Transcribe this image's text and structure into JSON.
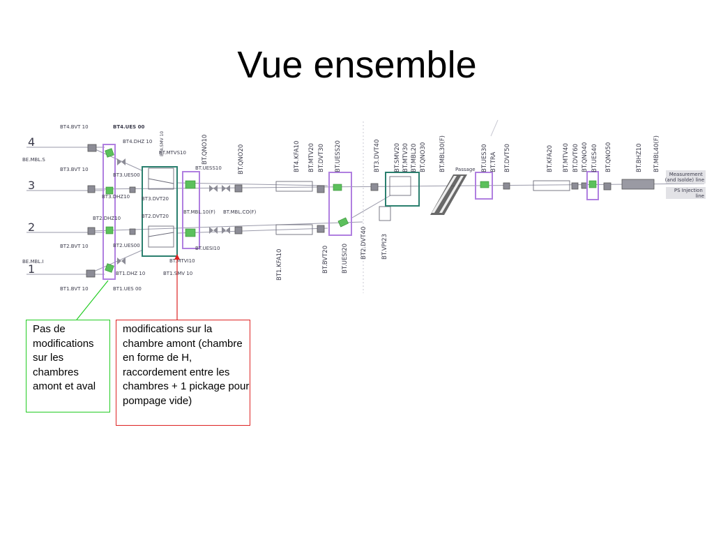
{
  "slide": {
    "title": "Vue ensemble"
  },
  "diagram": {
    "row_numbers": [
      "4",
      "3",
      "2",
      "1"
    ],
    "labels": {
      "bt4_bvt10": "BT4.BVT 10",
      "bt4_ues00": "BT4.UES 00",
      "bt4_dhz10": "BT4.DHZ 10",
      "be_mbl_s": "BE.MBL.S",
      "bt3_bvt10": "BT3.BVT 10",
      "bt3_ues00": "BT3.UES00",
      "bt3_dhz10": "BT3.DHZ10",
      "bt2_dhz10": "BT2.DHZ10",
      "bt2_bvt10": "BT2.BVT 10",
      "bt2_ues00": "BT2.UES00",
      "be_mbl_i": "BE.MBL.I",
      "bt1_dhz10": "BT1.DHZ 10",
      "bt1_bvt10": "BT1.BVT 10",
      "bt1_ues00": "BT1.UES 00",
      "bt4_smv10": "BT4.SMV 10",
      "bt_mtvs10": "BT.MTVS10",
      "bt3_dvt20": "BT3.DVT20",
      "bt2_dvt20": "BT2.DVT20",
      "bt1_smv10": "BT1.SMV 10",
      "bt_mtvi10": "BT.MTVI10",
      "bt_qno10": "BT.QNO10",
      "bt_uess10": "BT.UESS10",
      "bt_mbl10f": "BT.MBL.10(F)",
      "bt_mbl_co": "BT.MBL.CO(F)",
      "bt_uesi10": "BT.UESI10",
      "bt_qno20": "BT.QNO20",
      "bt4_kfa10": "BT4.KFA10",
      "bt_mtv20": "BT.MTV20",
      "bt_dvt30": "BT.DVT30",
      "bt_uess20": "BT.UESS20",
      "bt3_dvt40": "BT3.DVT40",
      "bt_smv20": "BT.SMV20",
      "bt_mtv30": "BT.MTV30",
      "bt_mbl20": "BT.MBL20",
      "bt_qno30": "BT.QNO30",
      "bt_mbl30f": "BT.MBL30(F)",
      "bt1_kfa10": "BT1.KFA10",
      "bt_bvt20": "BT.BVT20",
      "bt_uesi20": "BT.UESI20",
      "bt2_dvt40": "BT2.DVT40",
      "bt_vpi23": "BT.VPI23",
      "passage": "Passage",
      "bt_ues30": "BT.UES30",
      "bt_tra": "BT.TRA",
      "bt_dvt50": "BT.DVT50",
      "bt_kfa20": "BT.KFA20",
      "bt_mtv40": "BT.MTV40",
      "bt_dvt60": "BT.DVT60",
      "bt_qno40": "BT.QNO40",
      "bt_ues40": "BT.UES40",
      "bt_qno50": "BT.QNO50",
      "bt_bhz10": "BT.BHZ10",
      "bt_mbl40f": "BT.MBL40(F)",
      "measurement_line": "Measurement\n(and Isolde) line",
      "ps_injection_line": "PS Injection\nline"
    }
  },
  "callouts": {
    "green": "Pas de modifications sur les chambres amont et aval",
    "red": "modifications sur la chambre amont (chambre en forme de H, raccordement entre les chambres + 1 pickage pour pompage vide)"
  },
  "colors": {
    "highlight_purple": "#b07fe0",
    "highlight_teal": "#2a7f6e",
    "callout_green": "#22cc22",
    "callout_red": "#dd2222",
    "element_green": "#5cc05c"
  }
}
